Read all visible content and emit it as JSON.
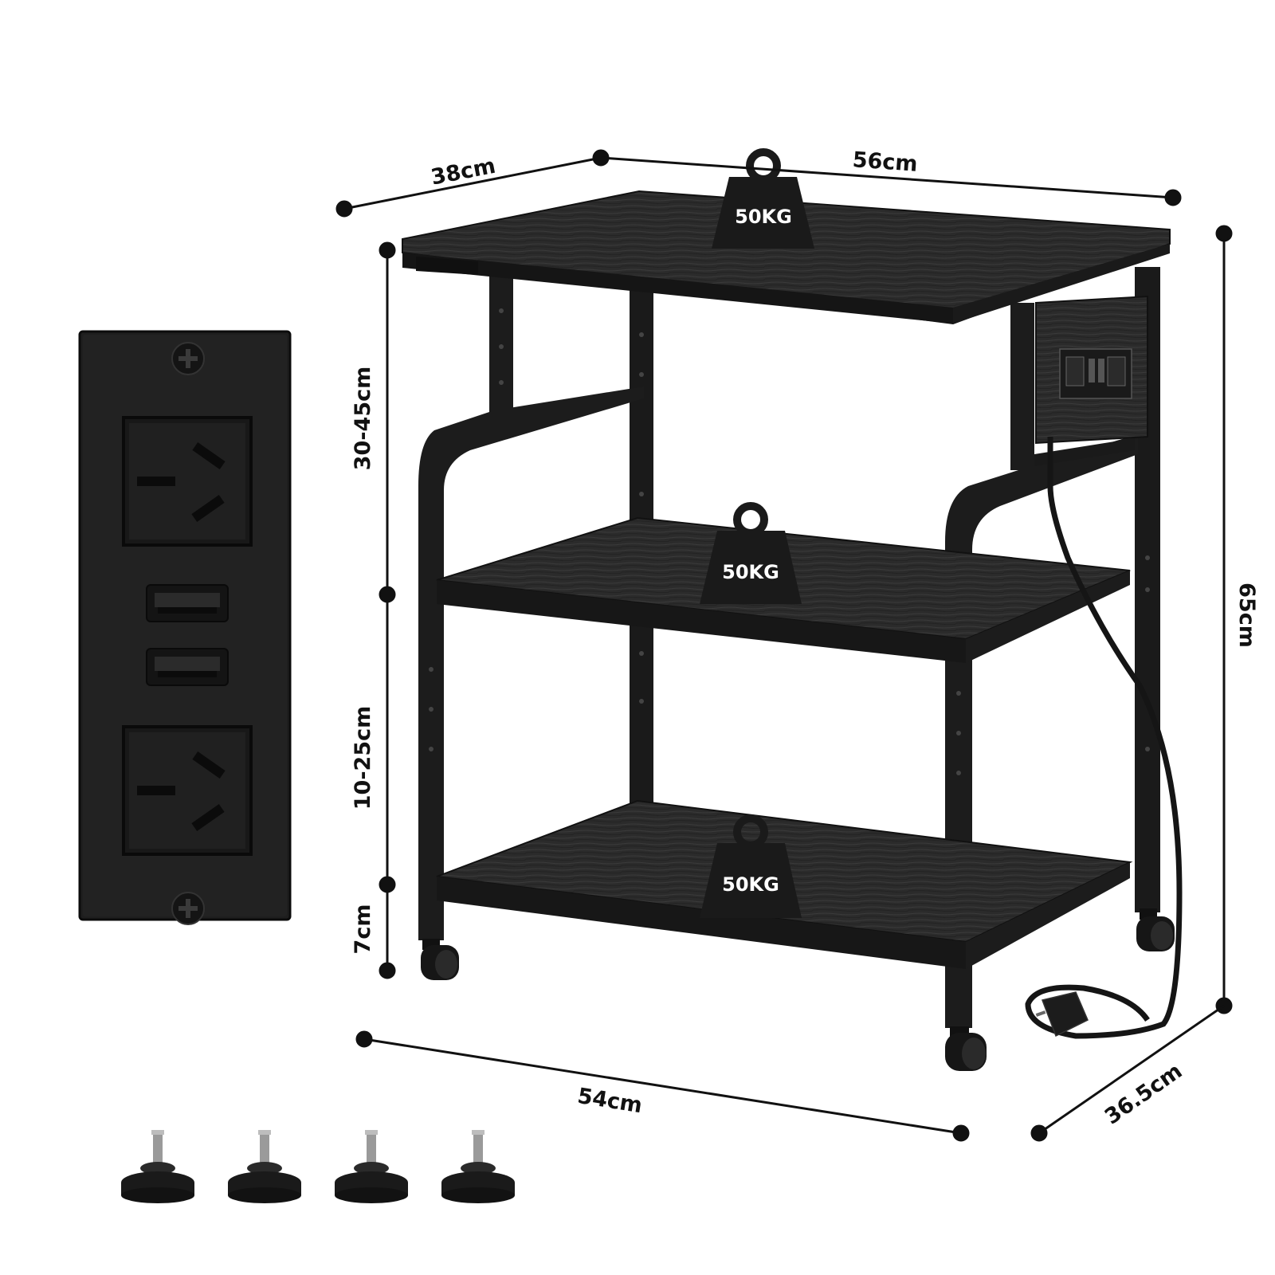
{
  "dimensions": {
    "top_depth": "38cm",
    "top_width": "56cm",
    "top_section_height": "30-45cm",
    "middle_section_height": "10-25cm",
    "bottom_clearance": "7cm",
    "total_height": "65cm",
    "bottom_width": "54cm",
    "bottom_depth": "36.5cm"
  },
  "weights": {
    "top_shelf": "50KG",
    "middle_shelf": "50KG",
    "bottom_shelf": "50KG"
  },
  "power_strip": {
    "outlets": [
      "ac-outlet",
      "usb-port",
      "usb-port",
      "ac-outlet"
    ]
  },
  "accessories": {
    "leveling_feet_count": 4
  },
  "colors": {
    "frame": "#1c1c1c",
    "wood": "#2a2a2a",
    "dimension_line": "#111111",
    "weight_icon": "#1a1a1a",
    "weight_text": "#ffffff"
  }
}
